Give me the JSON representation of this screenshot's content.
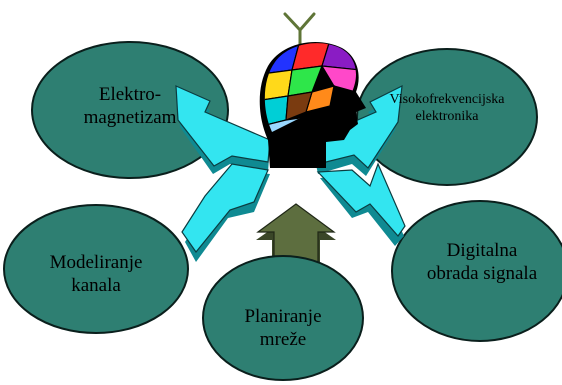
{
  "topics": [
    {
      "id": "em",
      "lines": [
        "Elektro-",
        "magnetizam"
      ]
    },
    {
      "id": "hf",
      "lines": [
        "Visokofrekvencijska",
        "elektronika"
      ]
    },
    {
      "id": "mk",
      "lines": [
        "Modeliranje",
        "kanala"
      ]
    },
    {
      "id": "pm",
      "lines": [
        "Planiranje",
        "mreže"
      ]
    },
    {
      "id": "dos",
      "lines": [
        "Digitalna",
        "obrada signala"
      ]
    }
  ],
  "colors": {
    "ellipse_fill": "#2e7f72",
    "ellipse_stroke": "#0a1f1c",
    "arrow_fill": "#33e5f0",
    "arrow_stroke": "#0b3c40",
    "center_arrow_fill": "#5d6e3f",
    "head_fill": "#000000",
    "antenna": "#5f7537"
  }
}
